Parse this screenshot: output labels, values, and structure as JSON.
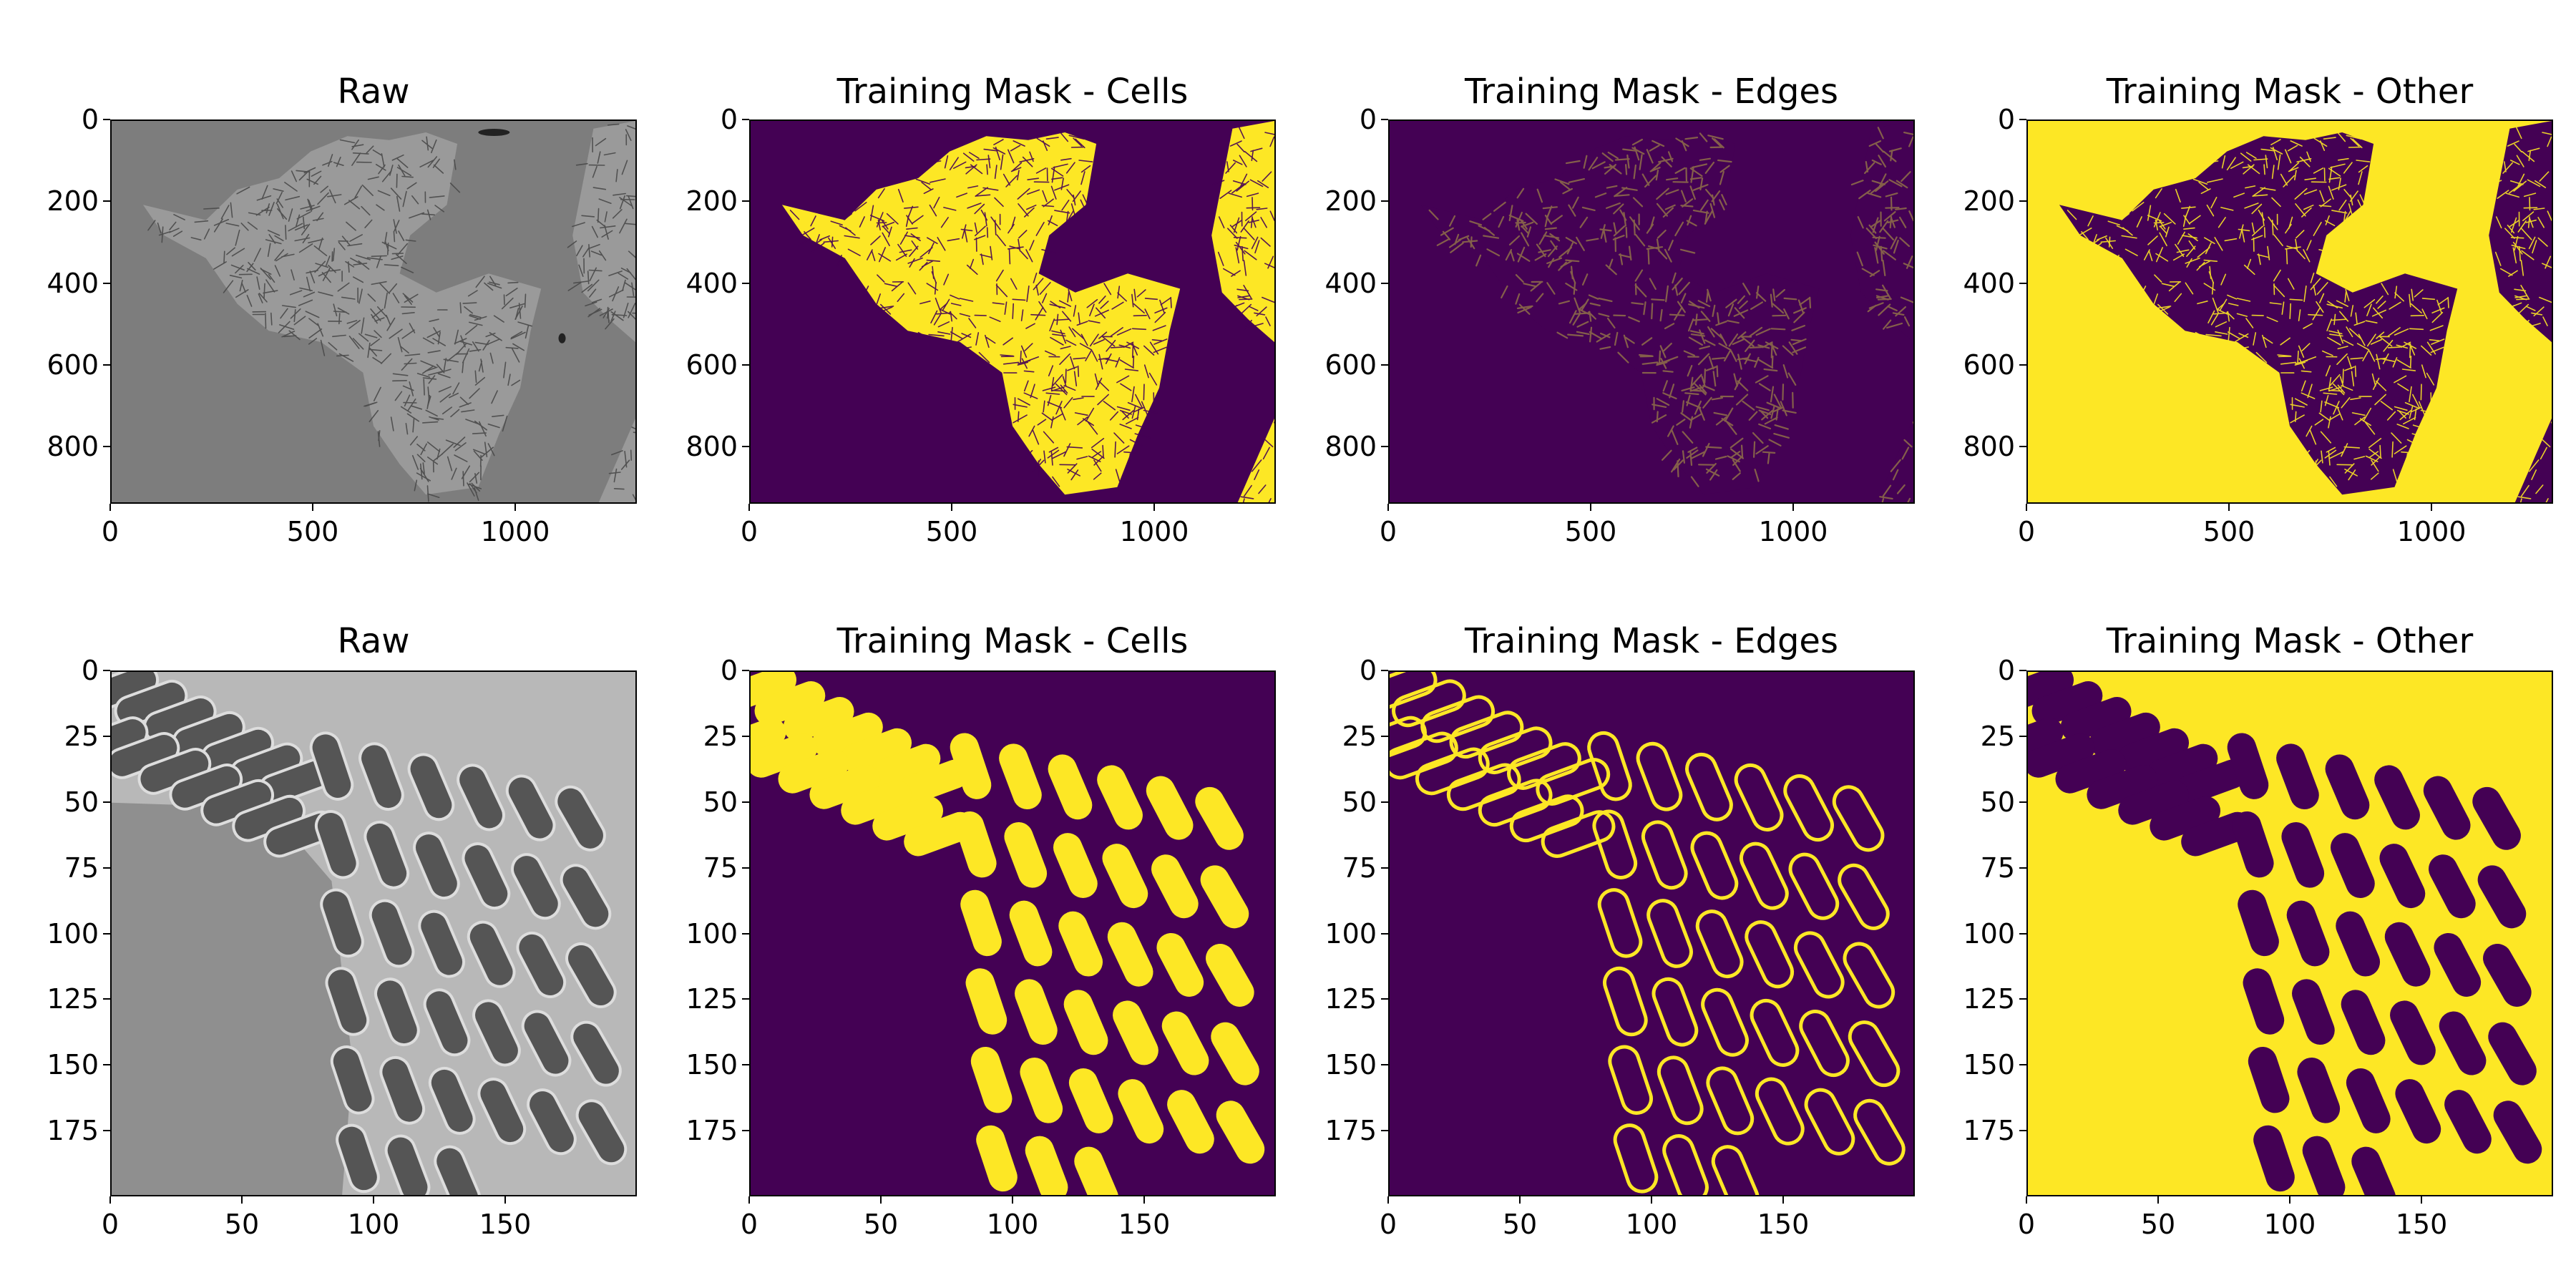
{
  "colors": {
    "viridis_low": "#440154",
    "viridis_high": "#fde725",
    "gray_mid": "#7d7d7d",
    "edge_brown": "#8c6a4a"
  },
  "rows": [
    {
      "name": "full-field",
      "panels": [
        {
          "title": "Raw",
          "kind": "raw",
          "icon": "grayscale-microscopy-image"
        },
        {
          "title": "Training Mask - Cells",
          "kind": "cells",
          "icon": "viridis-cell-mask-image"
        },
        {
          "title": "Training Mask - Edges",
          "kind": "edges",
          "icon": "viridis-edge-mask-image"
        },
        {
          "title": "Training Mask - Other",
          "kind": "other",
          "icon": "viridis-background-mask-image"
        }
      ],
      "yticks": [
        "0",
        "200",
        "400",
        "600",
        "800"
      ],
      "ytick_values": [
        0,
        200,
        400,
        600,
        800
      ],
      "ymax": 940,
      "xticks": [
        "0",
        "500",
        "1000"
      ],
      "xtick_values": [
        0,
        500,
        1000
      ],
      "xmax": 1300
    },
    {
      "name": "zoomed",
      "panels": [
        {
          "title": "Raw",
          "kind": "raw",
          "icon": "grayscale-microscopy-image"
        },
        {
          "title": "Training Mask - Cells",
          "kind": "cells",
          "icon": "viridis-cell-mask-image"
        },
        {
          "title": "Training Mask - Edges",
          "kind": "edges",
          "icon": "viridis-edge-mask-image"
        },
        {
          "title": "Training Mask - Other",
          "kind": "other",
          "icon": "viridis-background-mask-image"
        }
      ],
      "yticks": [
        "0",
        "25",
        "50",
        "75",
        "100",
        "125",
        "150",
        "175"
      ],
      "ytick_values": [
        0,
        25,
        50,
        75,
        100,
        125,
        150,
        175
      ],
      "ymax": 200,
      "xticks": [
        "0",
        "50",
        "100",
        "150"
      ],
      "xtick_values": [
        0,
        50,
        100,
        150
      ],
      "xmax": 200
    }
  ]
}
